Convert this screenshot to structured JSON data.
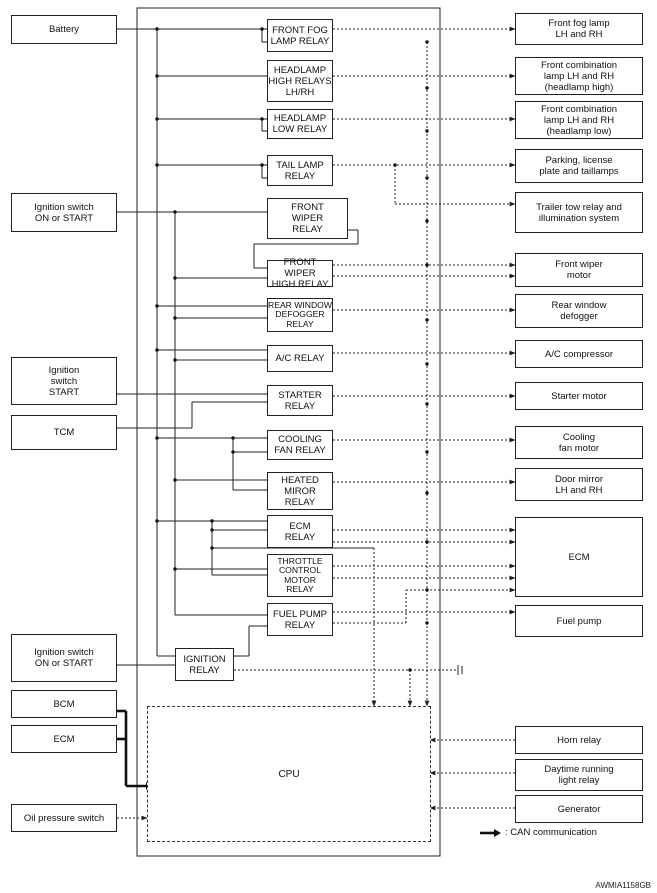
{
  "inputs": {
    "battery": "Battery",
    "ign_on_start_1": "Ignition switch\nON or START",
    "ign_start": "Ignition\nswitch\nSTART",
    "tcm": "TCM",
    "ign_on_start_2": "Ignition switch\nON or START",
    "bcm": "BCM",
    "ecm": "ECM",
    "oil_pressure": "Oil pressure switch"
  },
  "relays": {
    "front_fog": "FRONT FOG\nLAMP RELAY",
    "headlamp_high": "HEADLAMP\nHIGH RELAYS\nLH/RH",
    "headlamp_low": "HEADLAMP\nLOW RELAY",
    "tail_lamp": "TAIL LAMP\nRELAY",
    "front_wiper": "FRONT\nWIPER\nRELAY",
    "front_wiper_high": "FRONT WIPER\nHIGH RELAY",
    "rear_defogger": "REAR WINDOW\nDEFOGGER\nRELAY",
    "ac": "A/C RELAY",
    "starter": "STARTER\nRELAY",
    "cooling_fan": "COOLING\nFAN RELAY",
    "heated_mirror": "HEATED\nMIROR\nRELAY",
    "ecm_relay": "ECM\nRELAY",
    "throttle": "THROTTLE\nCONTROL\nMOTOR\nRELAY",
    "fuel_pump": "FUEL PUMP\nRELAY",
    "ignition": "IGNITION\nRELAY",
    "cpu": "CPU"
  },
  "outputs": {
    "front_fog_lamp": "Front fog lamp\nLH and RH",
    "combo_high": "Front combination\nlamp LH and RH\n(headlamp high)",
    "combo_low": "Front combination\nlamp LH and RH\n(headlamp low)",
    "parking": "Parking, license\nplate and taillamps",
    "trailer": "Trailer tow relay and\nillumination system",
    "wiper_motor": "Front wiper\nmotor",
    "rear_defogger": "Rear window\ndefogger",
    "ac_compressor": "A/C compressor",
    "starter_motor": "Starter motor",
    "cooling_fan_motor": "Cooling\nfan motor",
    "door_mirror": "Door mirror\nLH and RH",
    "ecm": "ECM",
    "fuel_pump": "Fuel pump",
    "horn_relay": "Horn relay",
    "drl_relay": "Daytime running\nlight relay",
    "generator": "Generator"
  },
  "legend": {
    "can": ": CAN communication"
  },
  "figure_code": "AWMIA1158GB"
}
